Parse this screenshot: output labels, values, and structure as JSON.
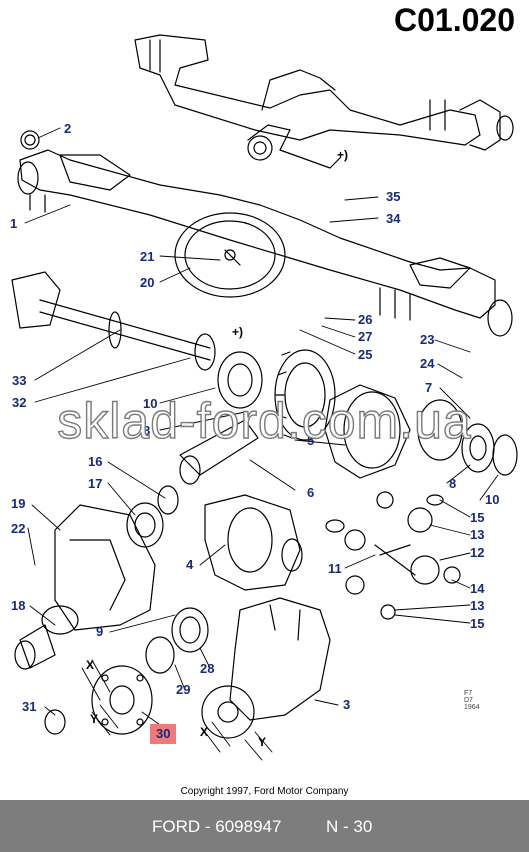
{
  "drawing_code": "C01.020",
  "callouts": [
    {
      "id": "c2",
      "label": "2"
    },
    {
      "id": "c1",
      "label": "1"
    },
    {
      "id": "c35",
      "label": "35"
    },
    {
      "id": "c34",
      "label": "34"
    },
    {
      "id": "c21",
      "label": "21"
    },
    {
      "id": "c20",
      "label": "20"
    },
    {
      "id": "c26",
      "label": "26"
    },
    {
      "id": "c27",
      "label": "27"
    },
    {
      "id": "c25",
      "label": "25"
    },
    {
      "id": "c23",
      "label": "23"
    },
    {
      "id": "c24",
      "label": "24"
    },
    {
      "id": "c7",
      "label": "7"
    },
    {
      "id": "c33",
      "label": "33"
    },
    {
      "id": "c32",
      "label": "32"
    },
    {
      "id": "c10a",
      "label": "10"
    },
    {
      "id": "c8a",
      "label": "8"
    },
    {
      "id": "c16",
      "label": "16"
    },
    {
      "id": "c17",
      "label": "17"
    },
    {
      "id": "c5",
      "label": "5"
    },
    {
      "id": "c6",
      "label": "6"
    },
    {
      "id": "c8b",
      "label": "8"
    },
    {
      "id": "c10b",
      "label": "10"
    },
    {
      "id": "c19",
      "label": "19"
    },
    {
      "id": "c22",
      "label": "22"
    },
    {
      "id": "c15a",
      "label": "15"
    },
    {
      "id": "c13a",
      "label": "13"
    },
    {
      "id": "c12",
      "label": "12"
    },
    {
      "id": "c11",
      "label": "11"
    },
    {
      "id": "c14",
      "label": "14"
    },
    {
      "id": "c13b",
      "label": "13"
    },
    {
      "id": "c15b",
      "label": "15"
    },
    {
      "id": "c4",
      "label": "4"
    },
    {
      "id": "c18",
      "label": "18"
    },
    {
      "id": "c9",
      "label": "9"
    },
    {
      "id": "c28",
      "label": "28"
    },
    {
      "id": "c29",
      "label": "29"
    },
    {
      "id": "c3",
      "label": "3"
    },
    {
      "id": "c31",
      "label": "31"
    },
    {
      "id": "c30",
      "label": "30"
    }
  ],
  "annotations": {
    "plus_bracket": "+)",
    "x_mark": "X",
    "y_mark": "Y"
  },
  "watermark": "sklad-ford.com.ua",
  "copyright": "Copyright 1997, Ford Motor Company",
  "ref_stamp": "F7 D7 1964",
  "footer": {
    "part_number": "FORD - 6098947",
    "page_ref": "N - 30"
  },
  "colors": {
    "callout": "#1a2a7a",
    "highlight": "#f07a7a",
    "footer_bg": "#7d7d7d"
  }
}
